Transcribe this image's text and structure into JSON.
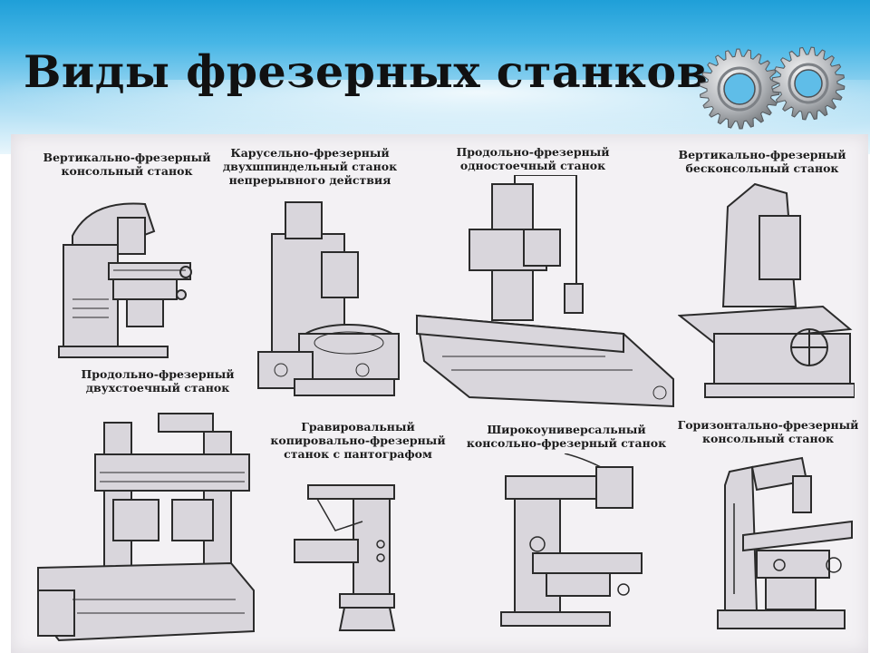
{
  "slide": {
    "title": "Виды фрезерных станков"
  },
  "machines": [
    {
      "caption": "Вертикально-фрезерный\nконсольный станок",
      "icon": "vertical-knee-mill"
    },
    {
      "caption": "Карусельно-фрезерный\nдвухшпиндельный станок\nнепрерывного действия",
      "icon": "rotary-table-mill"
    },
    {
      "caption": "Продольно-фрезерный\nодностоечный станок",
      "icon": "single-column-planer-mill"
    },
    {
      "caption": "Вертикально-фрезерный\nбесконсольный станок",
      "icon": "bed-type-vertical-mill"
    },
    {
      "caption": "Продольно-фрезерный\nдвухстоечный станок",
      "icon": "double-column-planer-mill"
    },
    {
      "caption": "Гравировальный\nкопировально-фрезерный\nстанок с пантографом",
      "icon": "pantograph-engraving-mill"
    },
    {
      "caption": "Широкоуниверсальный\nконсольно-фрезерный станок",
      "icon": "universal-knee-mill"
    },
    {
      "caption": "Горизонтально-фрезерный\nконсольный станок",
      "icon": "horizontal-knee-mill"
    }
  ],
  "colors": {
    "header_top": "#1f9fd8",
    "machine_ink": "#2b2b2b",
    "machine_fill": "#d9d6dc"
  }
}
